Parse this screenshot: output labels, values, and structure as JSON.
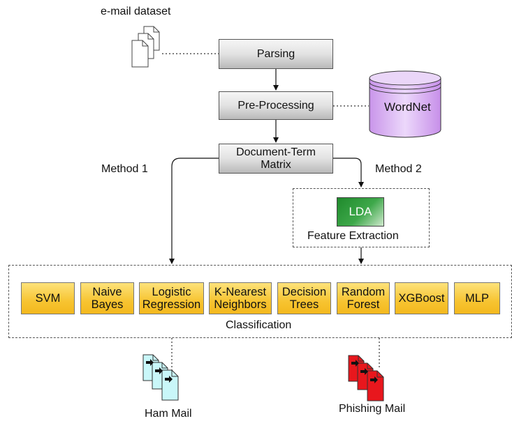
{
  "dataset_label": "e-mail dataset",
  "steps": {
    "parsing": "Parsing",
    "preprocessing": "Pre-Processing",
    "dtm_line1": "Document-Term",
    "dtm_line2": "Matrix"
  },
  "wordnet": "WordNet",
  "method1": "Method 1",
  "method2": "Method 2",
  "lda": "LDA",
  "feature_extraction": "Feature Extraction",
  "classifiers": [
    {
      "line1": "SVM",
      "line2": ""
    },
    {
      "line1": "Naive",
      "line2": "Bayes"
    },
    {
      "line1": "Logistic",
      "line2": "Regression"
    },
    {
      "line1": "K-Nearest",
      "line2": "Neighbors"
    },
    {
      "line1": "Decision",
      "line2": "Trees"
    },
    {
      "line1": "Random",
      "line2": "Forest"
    },
    {
      "line1": "XGBoost",
      "line2": ""
    },
    {
      "line1": "MLP",
      "line2": ""
    }
  ],
  "classification": "Classification",
  "ham_mail": "Ham Mail",
  "phishing_mail": "Phishing Mail",
  "colors": {
    "classifier_fill": "#f7c431",
    "lda_fill": "#2e9a3a",
    "wordnet_fill": "#dcb7f2",
    "ham_doc_fill": "#c9f7f9",
    "phishing_doc_fill": "#e8171d"
  },
  "icons": {
    "dataset": "document-stack-icon",
    "ham": "document-stack-arrow-icon",
    "phishing": "document-stack-arrow-icon",
    "wordnet": "database-cylinder-icon"
  }
}
